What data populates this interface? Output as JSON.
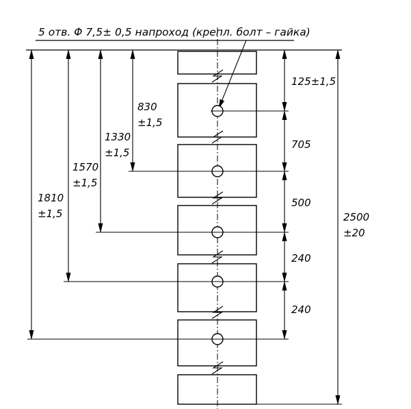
{
  "drawing": {
    "title": "5 отв. Φ 7,5± 0,5 напроход (крепл. болт – гайка)",
    "left_dims": [
      {
        "line1": "830",
        "line2": "±1,5"
      },
      {
        "line1": "1330",
        "line2": "±1,5"
      },
      {
        "line1": "1570",
        "line2": "±1,5"
      },
      {
        "line1": "1810",
        "line2": "±1,5"
      }
    ],
    "right_dims": [
      {
        "label": "125±1,5"
      },
      {
        "label": "705"
      },
      {
        "label": "500"
      },
      {
        "label": "240"
      },
      {
        "label": "240"
      }
    ],
    "overall_dim": {
      "line1": "2500",
      "line2": "±20"
    }
  }
}
